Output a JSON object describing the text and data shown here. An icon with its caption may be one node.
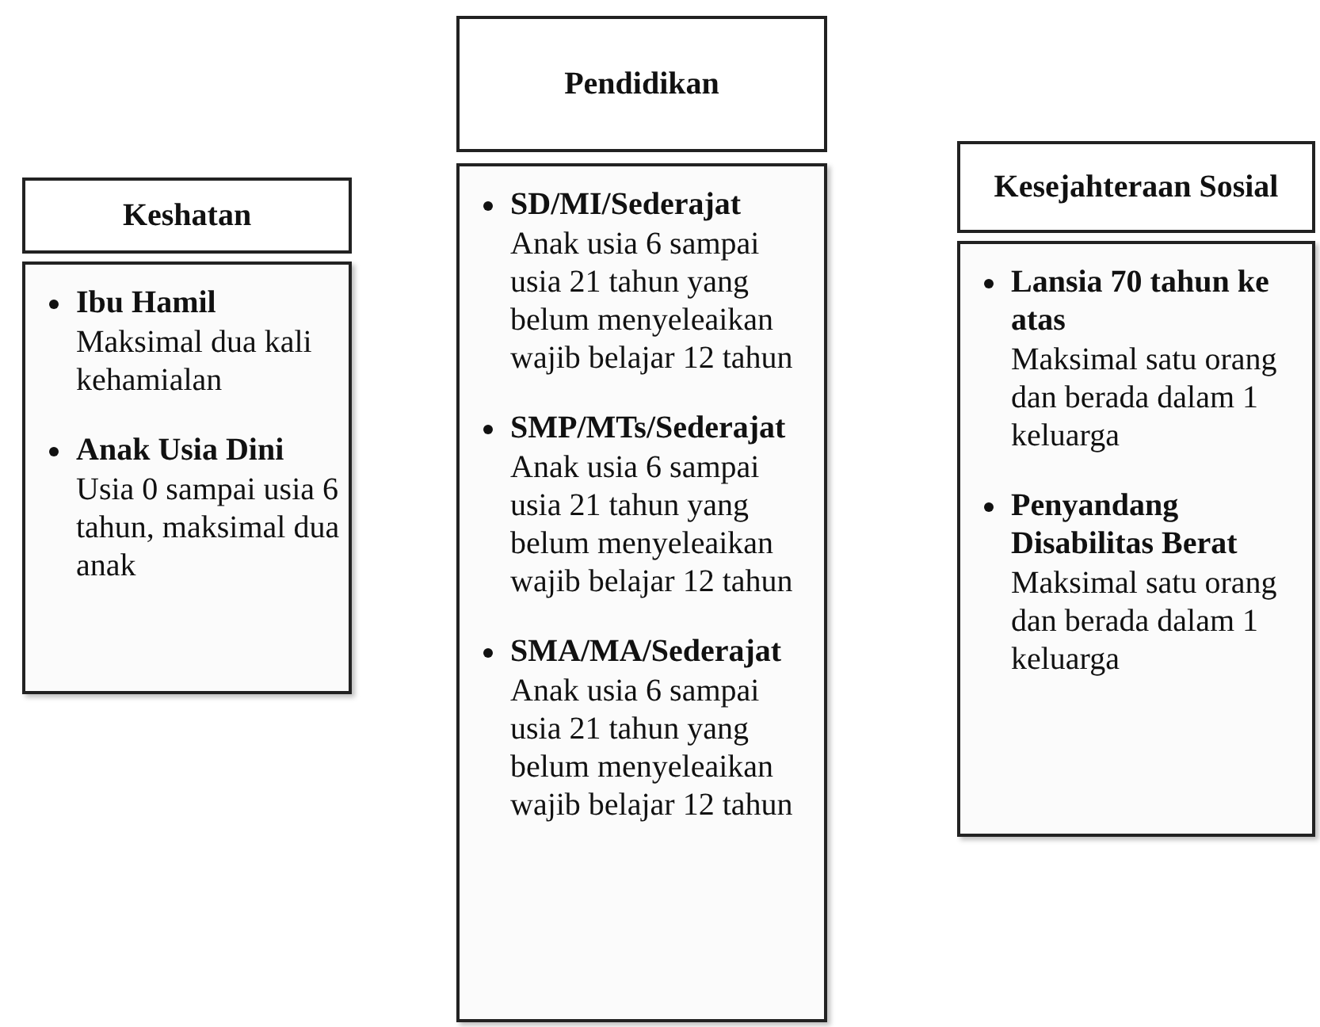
{
  "diagram": {
    "nodes": [
      {
        "text": [
          "Keshatan"
        ]
      },
      {
        "text": [
          "Ibu Hamil",
          "Maksimal dua kali kehamialan",
          "Anak Usia Dini",
          "Usia 0 sampai usia 6 tahun, maksimal dua anak"
        ]
      },
      {
        "text": [
          "Pendidikan"
        ]
      },
      {
        "text": [
          "SD/MI/Sederajat",
          "Anak usia 6 sampai usia 21 tahun yang belum menyeleaikan wajib belajar 12 tahun",
          "SMP/MTs/Sederajat",
          "Anak usia 6 sampai usia 21 tahun yang belum menyeleaikan wajib belajar 12 tahun",
          "SMA/MA/Sederajat",
          "Anak usia 6 sampai usia 21 tahun yang belum menyeleaikan wajib belajar 12 tahun"
        ]
      },
      {
        "text": [
          "Kesejahteraan Sosial"
        ]
      },
      {
        "text": [
          "Lansia 70 tahun ke atas",
          "Maksimal satu orang dan berada dalam 1 keluarga",
          "Penyandang Disabilitas Berat",
          "Maksimal satu orang dan berada dalam 1 keluarga"
        ]
      }
    ]
  }
}
